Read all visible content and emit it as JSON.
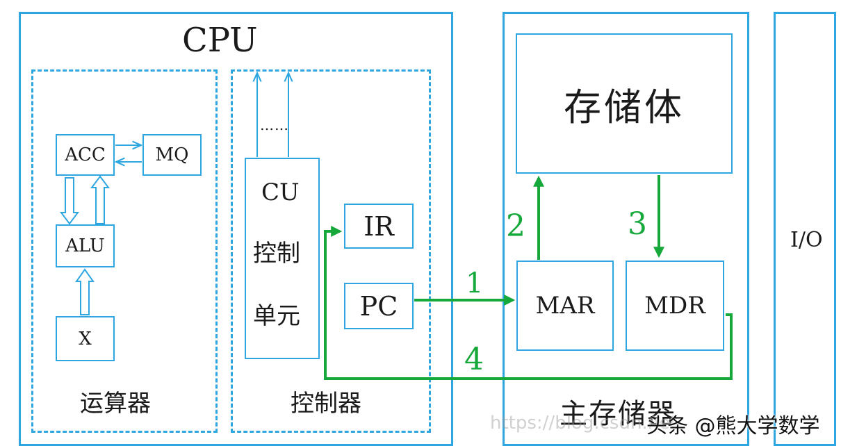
{
  "cpu": {
    "title": "CPU",
    "alu_group": {
      "label": "运算器",
      "acc": "ACC",
      "mq": "MQ",
      "alu": "ALU",
      "x": "X"
    },
    "control_group": {
      "label": "控制器",
      "cu_lines": [
        "CU",
        "控制",
        "单元"
      ],
      "ellipsis": "……",
      "ir": "IR",
      "pc": "PC"
    }
  },
  "memory": {
    "title": "主存储器",
    "storage": "存储体",
    "mar": "MAR",
    "mdr": "MDR"
  },
  "io": {
    "label": "I/O"
  },
  "steps": [
    "1",
    "2",
    "3",
    "4"
  ],
  "watermark": {
    "url": "https://blog.csdn.net",
    "brand": "头条 @熊大学数学"
  },
  "colors": {
    "border": "#2ea7e0",
    "flow": "#16a83a"
  }
}
